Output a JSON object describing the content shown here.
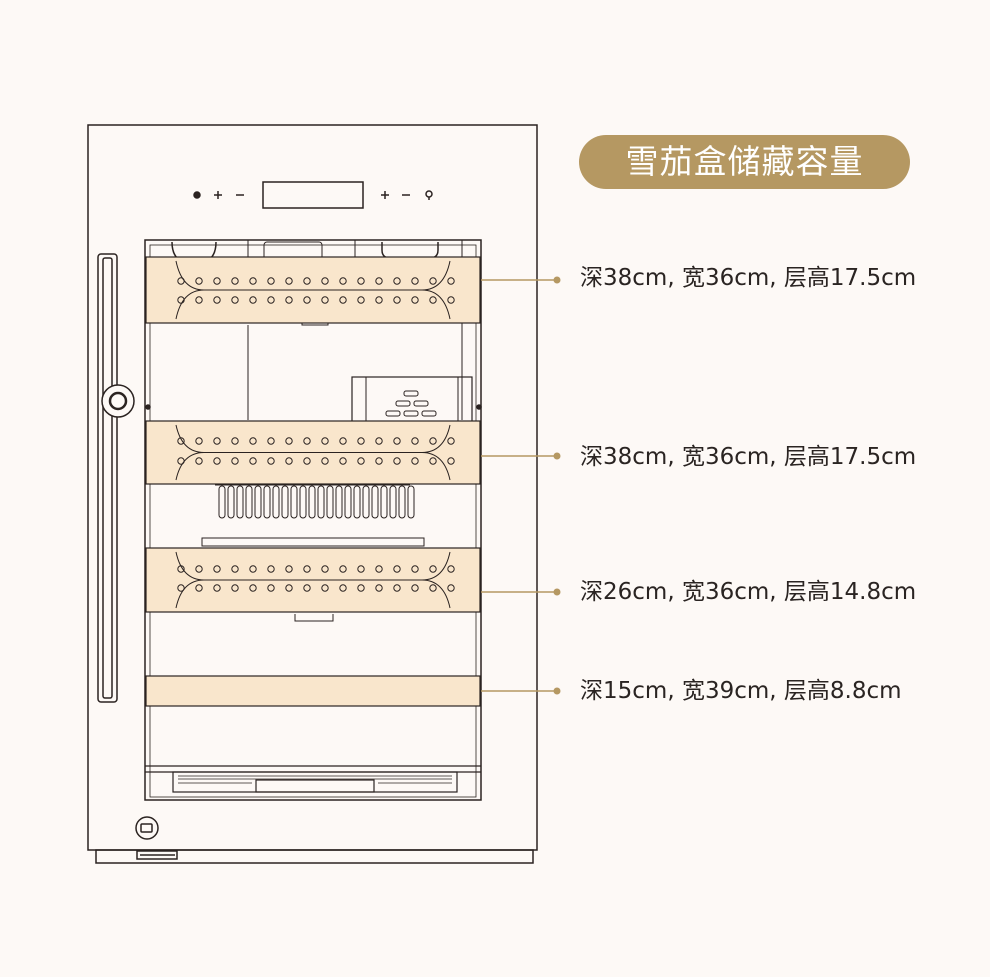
{
  "title": "雪茄盒储藏容量",
  "colors": {
    "background": "#fdf9f6",
    "accent": "#b59862",
    "shelf_fill": "#f9e6cc",
    "line": "#2b2321",
    "text": "#2a2422"
  },
  "control_panel": {
    "left_icons": [
      "power-icon",
      "plus-icon",
      "minus-icon"
    ],
    "right_icons": [
      "plus-icon",
      "minus-icon",
      "light-icon"
    ]
  },
  "shelves": [
    {
      "spec": "深38cm, 宽36cm, 层高17.5cm"
    },
    {
      "spec": "深38cm, 宽36cm, 层高17.5cm"
    },
    {
      "spec": "深26cm, 宽36cm, 层高14.8cm"
    },
    {
      "spec": "深15cm, 宽39cm, 层高8.8cm"
    }
  ]
}
